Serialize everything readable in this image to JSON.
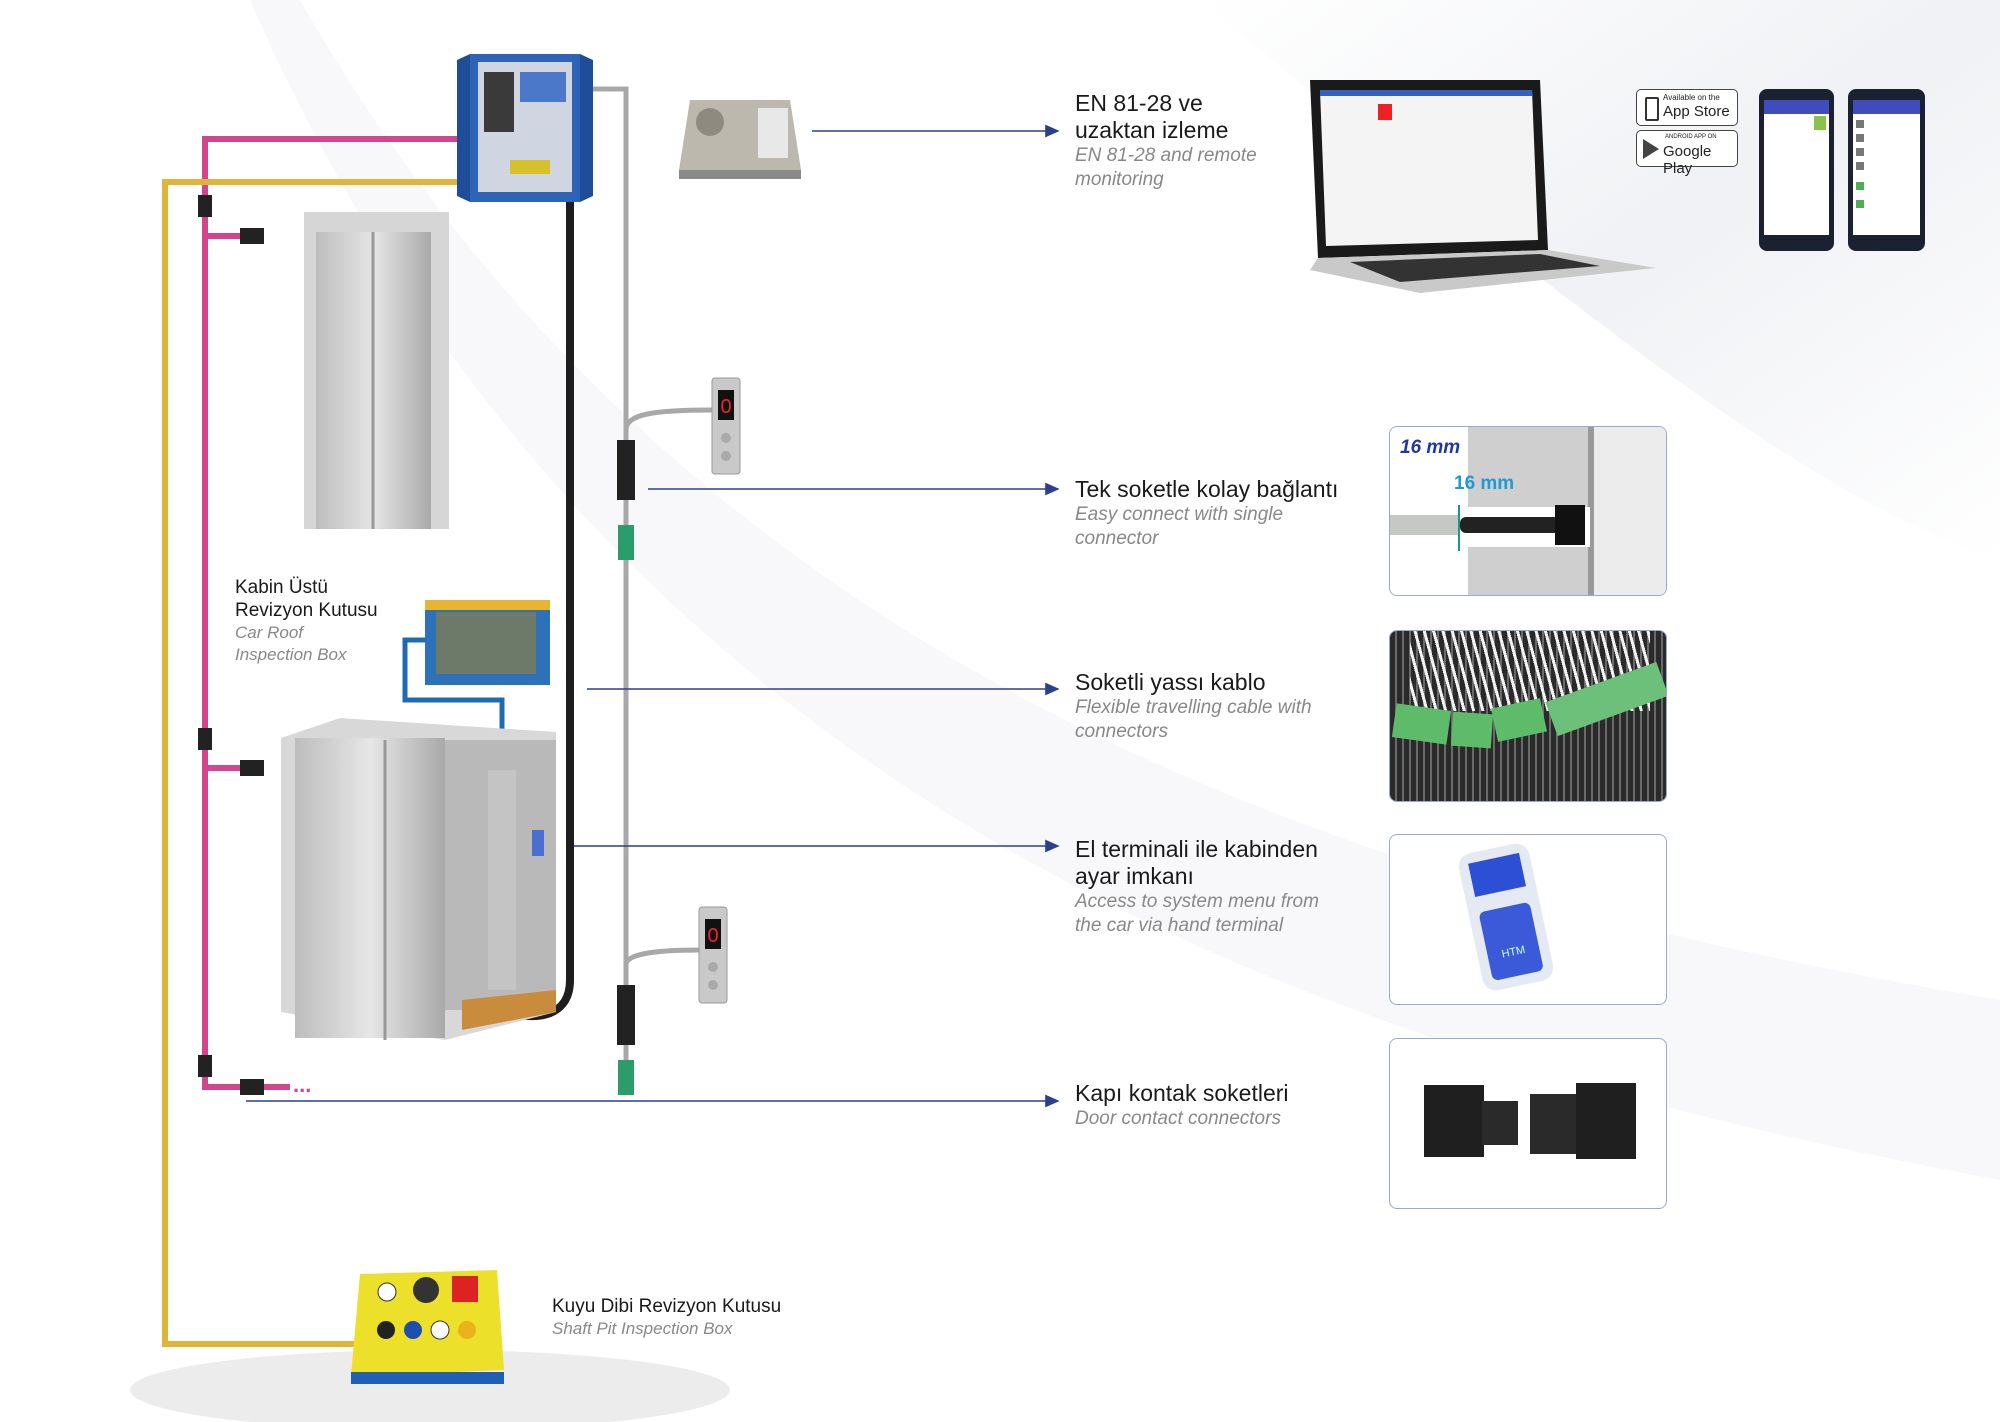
{
  "colors": {
    "pink": "#d1468f",
    "yellow": "#e0b43a",
    "gray_cable": "#a8a8a8",
    "black_cable": "#1e1e1e",
    "arrow": "#2b3f91",
    "blue_cable": "#1f6bb0",
    "box_border": "#9aa8d8"
  },
  "features": [
    {
      "title_lines": [
        "EN 81-28 ve",
        "uzaktan izleme"
      ],
      "subtitle_lines": [
        "EN 81-28 and remote",
        "monitoring"
      ]
    },
    {
      "title_lines": [
        "Tek soketle kolay bağlantı"
      ],
      "subtitle_lines": [
        "Easy connect with single",
        "connector"
      ]
    },
    {
      "title_lines": [
        "Soketli yassı kablo"
      ],
      "subtitle_lines": [
        "Flexible travelling cable with",
        "connectors"
      ]
    },
    {
      "title_lines": [
        "El terminali ile kabinden",
        "ayar imkanı"
      ],
      "subtitle_lines": [
        "Access to system menu from",
        "the car via hand terminal"
      ]
    },
    {
      "title_lines": [
        "Kapı kontak soketleri"
      ],
      "subtitle_lines": [
        "Door contact connectors"
      ]
    }
  ],
  "car_roof": {
    "title_lines": [
      "Kabin Üstü",
      "Revizyon Kutusu"
    ],
    "subtitle_lines": [
      "Car Roof",
      "Inspection Box"
    ]
  },
  "pit_box": {
    "title": "Kuyu Dibi Revizyon Kutusu",
    "subtitle": "Shaft Pit Inspection Box"
  },
  "connector_box": {
    "label_top": "16 mm",
    "label_dim": "16 mm"
  },
  "hand_terminal": {
    "label": "HTM"
  },
  "badges": {
    "appstore_small": "Available on the",
    "appstore_big": "App Store",
    "play_small": "ANDROID APP ON",
    "play_big": "Google Play"
  },
  "ellipsis": "..."
}
